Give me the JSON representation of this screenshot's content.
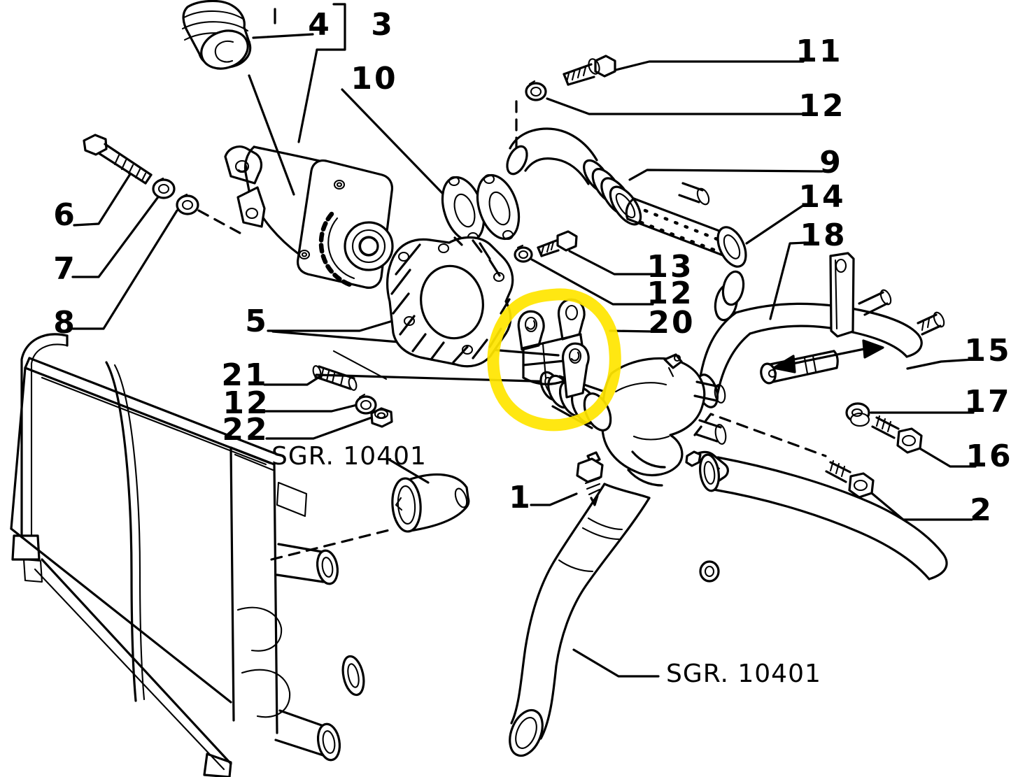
{
  "figure": {
    "background": "#ffffff",
    "line_color": "#000000",
    "highlight_color": "#ffe500"
  },
  "callouts": [
    {
      "label": "4"
    },
    {
      "label": "3"
    },
    {
      "label": "10"
    },
    {
      "label": "11"
    },
    {
      "label": "12"
    },
    {
      "label": "9"
    },
    {
      "label": "14"
    },
    {
      "label": "18"
    },
    {
      "label": "13"
    },
    {
      "label": "12"
    },
    {
      "label": "20"
    },
    {
      "label": "6"
    },
    {
      "label": "7"
    },
    {
      "label": "8"
    },
    {
      "label": "5"
    },
    {
      "label": "21"
    },
    {
      "label": "12"
    },
    {
      "label": "22"
    },
    {
      "label": "15"
    },
    {
      "label": "17"
    },
    {
      "label": "16"
    },
    {
      "label": "2"
    },
    {
      "label": "1"
    }
  ],
  "group_references": [
    {
      "text": "SGR. 10401"
    },
    {
      "text": "SGR. 10401"
    }
  ]
}
